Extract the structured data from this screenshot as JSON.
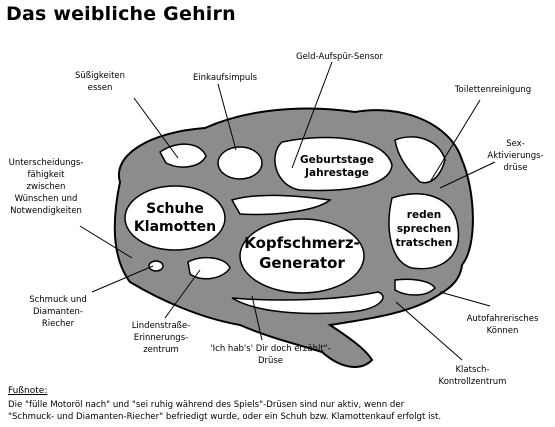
{
  "title": "Das weibliche Gehirn",
  "labels": {
    "suessigkeiten": "Süßigkeiten\nessen",
    "einkaufsimpuls": "Einkaufsimpuls",
    "geld": "Geld-Aufspür-Sensor",
    "toilette": "Toilettenreinigung",
    "sex": "Sex-\nAktivierungs-\ndrüse",
    "unterscheidung": "Unterscheidungs-\nfähigkeit\nzwischen\nWünschen und\nNotwendigkeiten",
    "schmuck": "Schmuck und\nDiamanten-\nRiecher",
    "lindenstrasse": "Lindenstraße-\nErinnerungs-\nzentrum",
    "ichhabs": "'Ich hab's' Dir doch erzählt\"-\nDrüse",
    "autofahrer": "Autofahrerisches\nKönnen",
    "klatsch": "Klatsch-\nKontrollzentrum"
  },
  "inside": {
    "geburtstage": "Geburtstage\nJahrestage",
    "schuhe": "Schuhe\nKlamotten",
    "kopfschmerz": "Kopfschmerz-\nGenerator",
    "reden": "reden\nsprechen\ntratschen"
  },
  "footnote": {
    "heading": "Fußnote:",
    "text": "Die \"fülle Motoröl nach\" und \"sei ruhig während des Spiels\"-Drüsen sind nur aktiv, wenn der\n\"Schmuck- und Diamanten-Riecher\" befriedigt wurde, oder ein Schuh bzw. Klamottenkauf erfolgt ist."
  }
}
